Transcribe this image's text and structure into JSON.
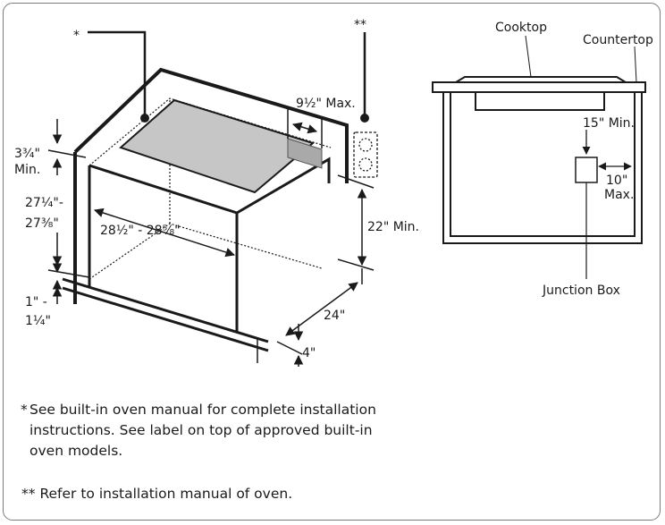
{
  "oven_diagram": {
    "marker_single": "*",
    "marker_double": "**",
    "dimensions": {
      "outlet_offset": "9¹⁄₂\" Max.",
      "top_clearance": "3³⁄₄\"",
      "top_clearance_qualifier": "Min.",
      "height_range_a": "27¹⁄₄\"-",
      "height_range_b": "27³⁄₈\"",
      "width_range": "28¹⁄₂\" - 28⁵⁄₈\"",
      "depth_min": "22\" Min.",
      "bottom_a": "1\" -",
      "bottom_b": "1¹⁄₄\"",
      "depth": "24\"",
      "front_offset": "4\""
    }
  },
  "cooktop_diagram": {
    "cooktop_label": "Cooktop",
    "countertop_label": "Countertop",
    "junction_min": "15\" Min.",
    "junction_max_a": "10\"",
    "junction_max_b": "Max.",
    "junction_box_label": "Junction Box"
  },
  "notes": {
    "single_star": "*",
    "single_star_text": "See built-in oven manual for complete installation instructions. See label on top of approved built-in oven models.",
    "double_star": "**",
    "double_star_text": "Refer to installation manual of oven."
  }
}
